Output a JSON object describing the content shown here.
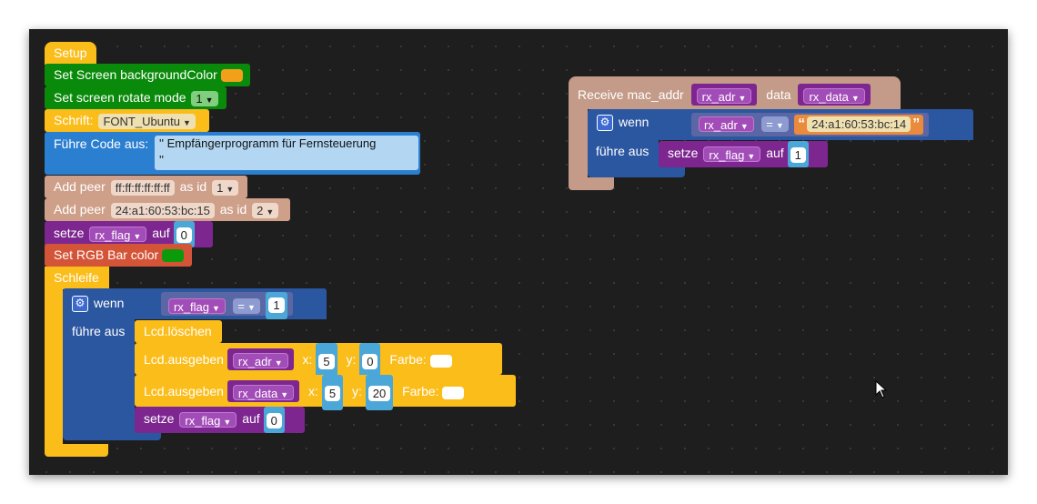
{
  "setup": {
    "title": "Setup",
    "bg_color_label": "Set Screen backgroundColor",
    "bg_color_value": "#f2a01a",
    "rotate_label": "Set screen rotate mode",
    "rotate_value": "1",
    "font_label": "Schrift:",
    "font_value": "FONT_Ubuntu",
    "code_label": "Führe Code aus:",
    "code_line1": "'' Empfängerprogramm für Fernsteuerung",
    "code_line2": "''",
    "peer1_label": "Add peer",
    "peer1_mac": "ff:ff:ff:ff:ff:ff",
    "peer1_asid": "as id",
    "peer1_id": "1",
    "peer2_label": "Add peer",
    "peer2_mac": "24:a1:60:53:bc:15",
    "peer2_asid": "as id",
    "peer2_id": "2",
    "set_label": "setze",
    "set_var": "rx_flag",
    "set_auf": "auf",
    "set_value": "0",
    "rgb_label": "Set RGB Bar color",
    "rgb_value": "#0a9a0a"
  },
  "loop": {
    "title": "Schleife",
    "if_label": "wenn",
    "if_var": "rx_flag",
    "if_op": "=",
    "if_value": "1",
    "do_label": "führe aus",
    "lcd_clear": "Lcd.löschen",
    "lcd1_label": "Lcd.ausgeben",
    "lcd1_var": "rx_adr",
    "lcd1_x_label": "x:",
    "lcd1_x": "5",
    "lcd1_y_label": "y:",
    "lcd1_y": "0",
    "lcd1_color_label": "Farbe:",
    "lcd2_label": "Lcd.ausgeben",
    "lcd2_var": "rx_data",
    "lcd2_x_label": "x:",
    "lcd2_x": "5",
    "lcd2_y_label": "y:",
    "lcd2_y": "20",
    "lcd2_color_label": "Farbe:",
    "set_label": "setze",
    "set_var": "rx_flag",
    "set_auf": "auf",
    "set_value": "0"
  },
  "receive": {
    "title": "Receive mac_addr",
    "mac_var": "rx_adr",
    "data_label": "data",
    "data_var": "rx_data",
    "if_label": "wenn",
    "if_var": "rx_adr",
    "if_op": "=",
    "if_text": "24:a1:60:53:bc:14",
    "do_label": "führe aus",
    "set_label": "setze",
    "set_var": "rx_flag",
    "set_auf": "auf",
    "set_value": "1"
  }
}
